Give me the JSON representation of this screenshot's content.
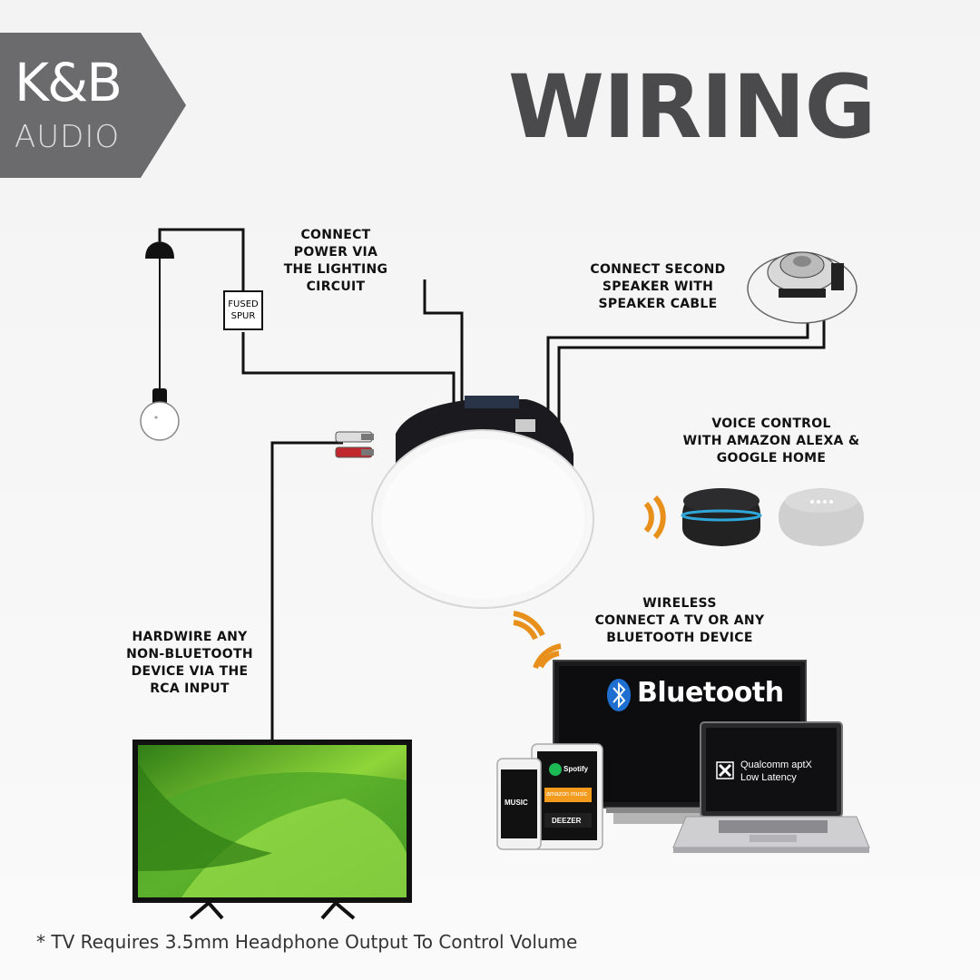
{
  "brand": {
    "logo_main": "K&B",
    "logo_sub": "AUDIO"
  },
  "title": "WIRING",
  "labels": {
    "power": [
      "CONNECT",
      "POWER VIA",
      "THE LIGHTING",
      "CIRCUIT"
    ],
    "second_speaker": [
      "CONNECT SECOND",
      "SPEAKER WITH",
      "SPEAKER CABLE"
    ],
    "voice": [
      "VOICE CONTROL",
      "WITH AMAZON ALEXA &",
      "GOOGLE HOME"
    ],
    "wireless": [
      "WIRELESS",
      "CONNECT A TV OR ANY",
      "BLUETOOTH DEVICE"
    ],
    "hardwire": [
      "HARDWIRE ANY",
      "NON-BLUETOOTH",
      "DEVICE VIA THE",
      "RCA INPUT"
    ],
    "fused_spur": [
      "FUSED",
      "SPUR"
    ]
  },
  "devices": {
    "bluetooth_label": "Bluetooth",
    "laptop_badge": [
      "Qualcomm aptX",
      "Low Latency"
    ],
    "phone_app": "MUSIC",
    "tablet_apps": [
      "Spotify",
      "amazon music",
      "DEEZER"
    ]
  },
  "footnote": "* TV Requires 3.5mm Headphone Output To Control Volume",
  "colors": {
    "logo_bg": "#6b6b6d",
    "title": "#4a4a4c",
    "wifi_orange": "#e8901c",
    "wire": "#111111"
  }
}
